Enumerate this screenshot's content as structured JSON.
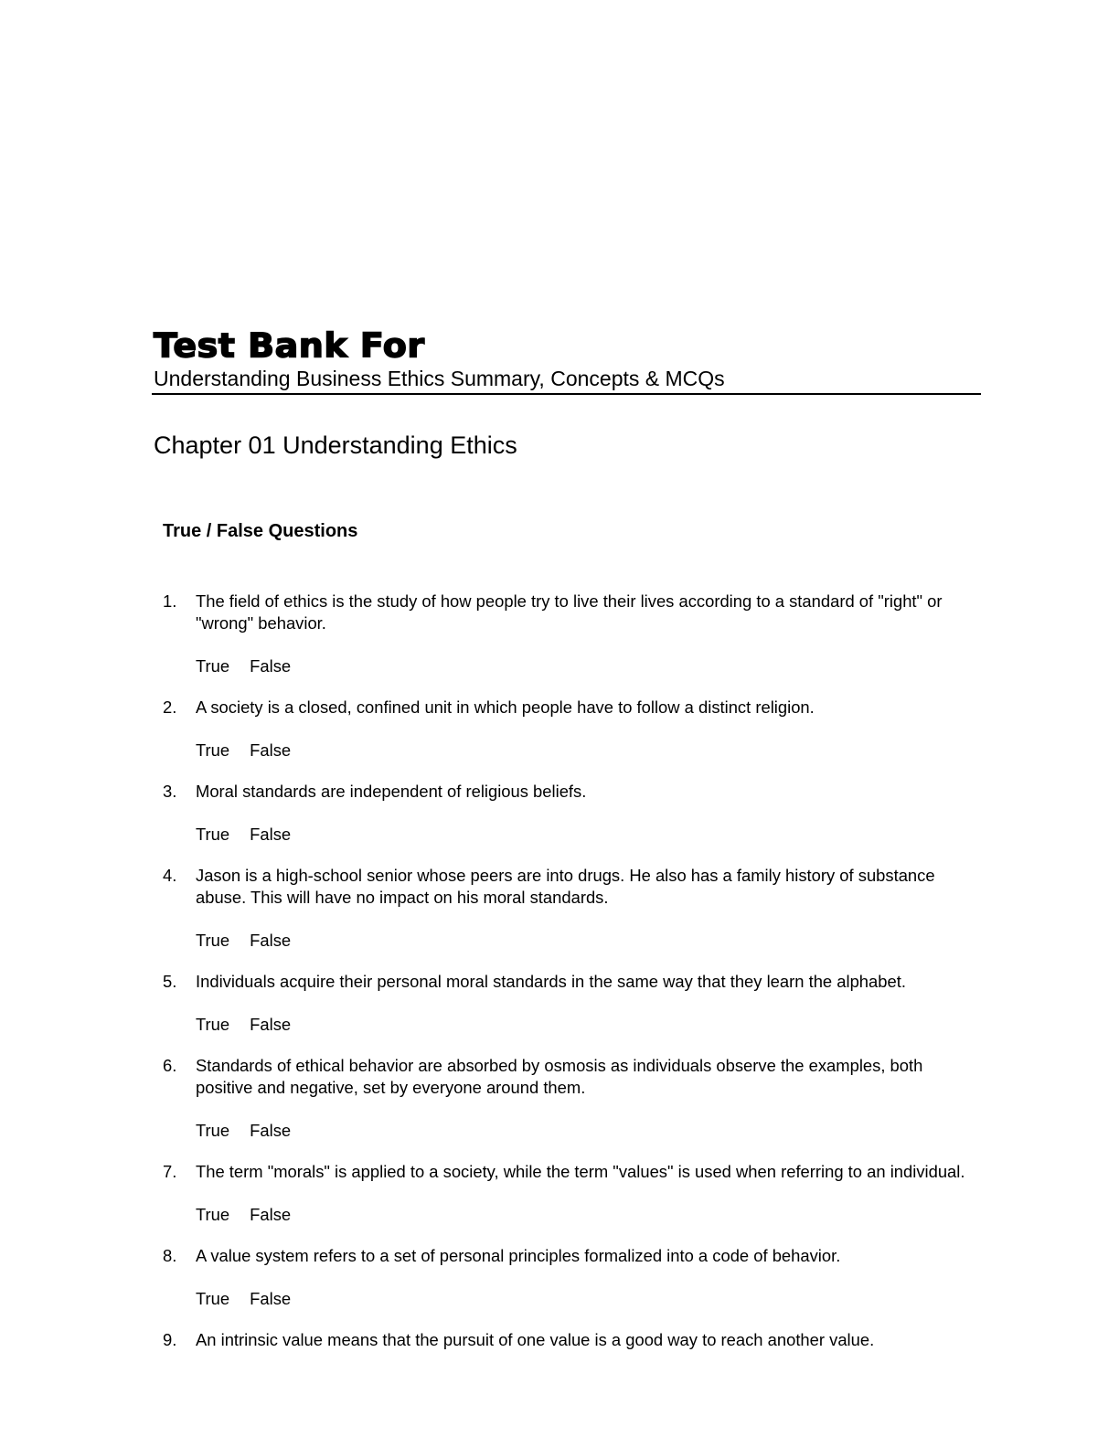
{
  "header": {
    "title": "Test Bank For",
    "subtitle": "Understanding Business Ethics  Summary, Concepts & MCQs"
  },
  "chapter": "Chapter 01 Understanding Ethics",
  "section": "True / False Questions",
  "options": {
    "true": "True",
    "false": "False"
  },
  "questions": [
    {
      "num": "1.",
      "text": "The field of ethics is the study of how people try to live their lives according to a standard of \"right\" or \"wrong\" behavior.",
      "has_options": true
    },
    {
      "num": "2.",
      "text": "A society is a closed, confined unit in which people have to follow a distinct religion.",
      "has_options": true
    },
    {
      "num": "3.",
      "text": "Moral standards are independent of religious beliefs.",
      "has_options": true
    },
    {
      "num": "4.",
      "text": "Jason is a high-school senior whose peers are into drugs. He also has a family history of substance abuse. This will have no impact on his moral standards.",
      "has_options": true
    },
    {
      "num": "5.",
      "text": "Individuals acquire their personal moral standards in the same way that they learn the alphabet.",
      "has_options": true
    },
    {
      "num": "6.",
      "text": "Standards of ethical behavior are absorbed by osmosis as individuals observe the examples, both positive and negative, set by everyone around them.",
      "has_options": true
    },
    {
      "num": "7.",
      "text": "The term \"morals\" is applied to a society, while the term \"values\" is used when referring to an individual.",
      "has_options": true
    },
    {
      "num": "8.",
      "text": "A value system refers to a set of personal principles formalized into a code of behavior.",
      "has_options": true
    },
    {
      "num": "9.",
      "text": "An intrinsic value means that the pursuit of one value is a good way to reach another value.",
      "has_options": false
    }
  ]
}
